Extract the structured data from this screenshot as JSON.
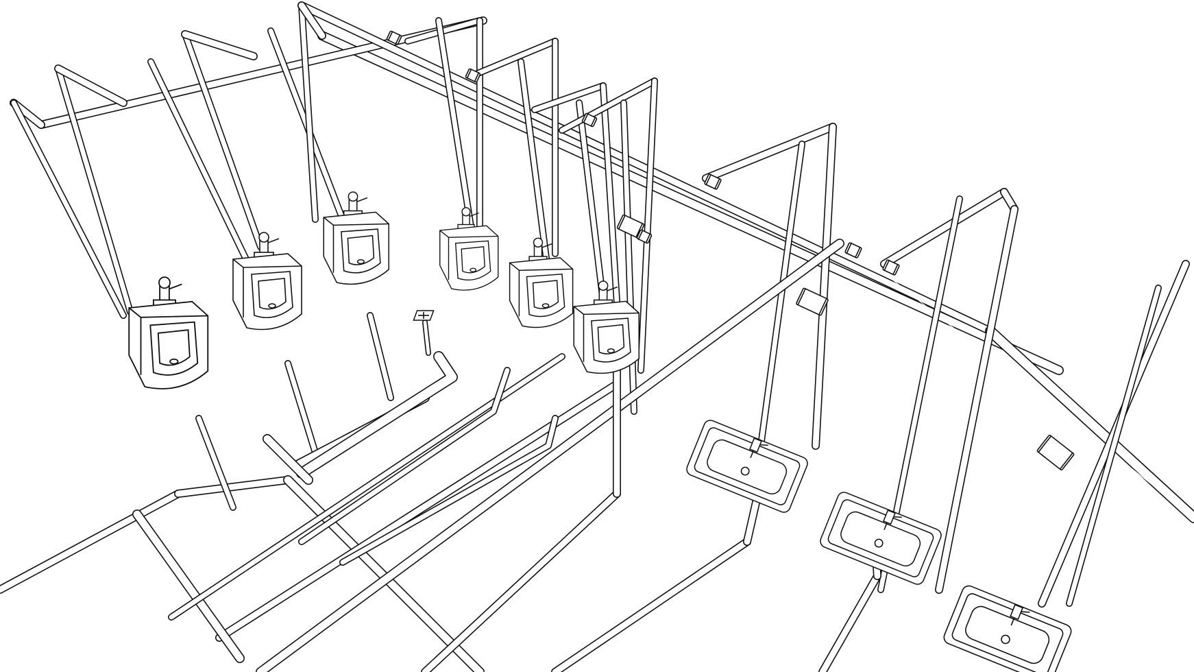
{
  "drawing": {
    "style": "black line art on white",
    "colors": {
      "line": "#111111",
      "background": "#ffffff"
    },
    "components": {
      "urinals": 6,
      "sinks": 3,
      "floor_drains": 1
    },
    "icons": [
      "urinal-icon",
      "sink-icon",
      "flush-valve-icon",
      "faucet-icon",
      "floor-drain-icon"
    ]
  }
}
